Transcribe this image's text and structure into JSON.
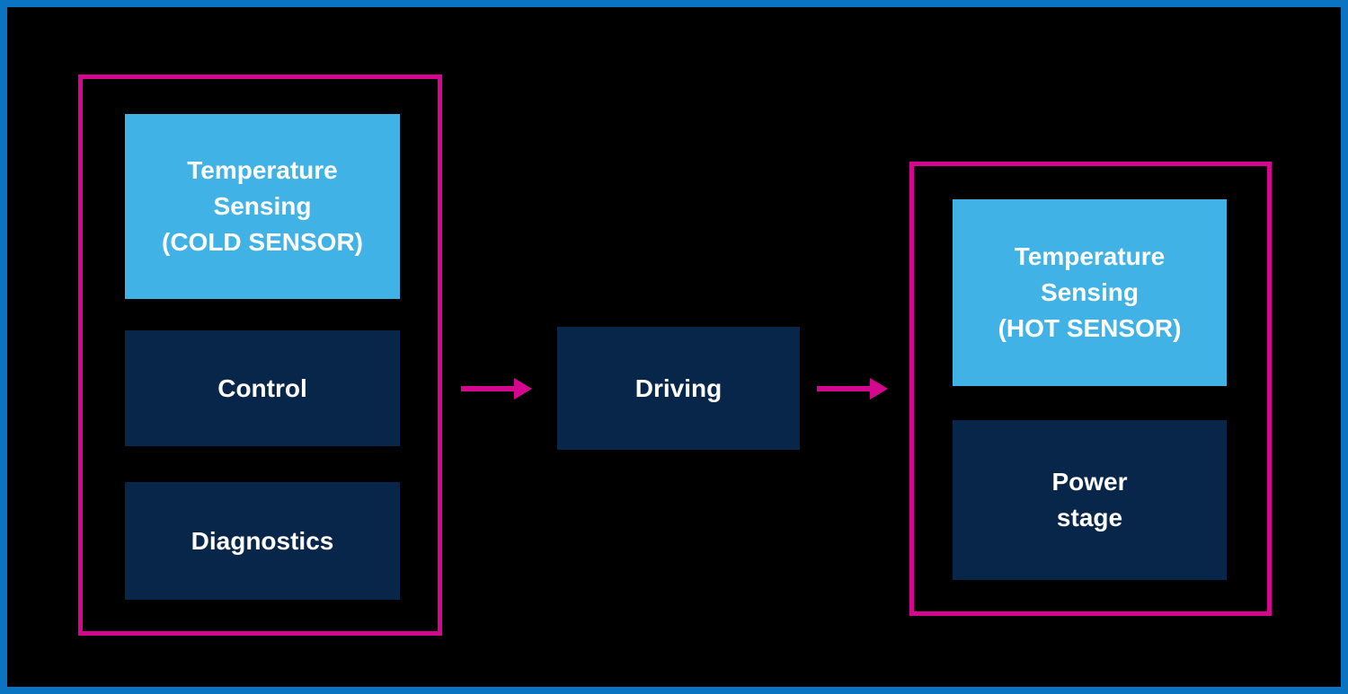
{
  "colors": {
    "background": "#000000",
    "outer_border": "#0a74c2",
    "group_border": "#d5078e",
    "arrow": "#d5078e",
    "sensor_fill": "#41b2e5",
    "block_fill": "#07264a",
    "text": "#ffffff"
  },
  "blocks": {
    "cold_sensor": {
      "label": "Temperature\nSensing\n(COLD SENSOR)"
    },
    "control": {
      "label": "Control"
    },
    "diagnostics": {
      "label": "Diagnostics"
    },
    "driving": {
      "label": "Driving"
    },
    "hot_sensor": {
      "label": "Temperature\nSensing\n(HOT SENSOR)"
    },
    "power_stage": {
      "label": "Power\nstage"
    }
  }
}
